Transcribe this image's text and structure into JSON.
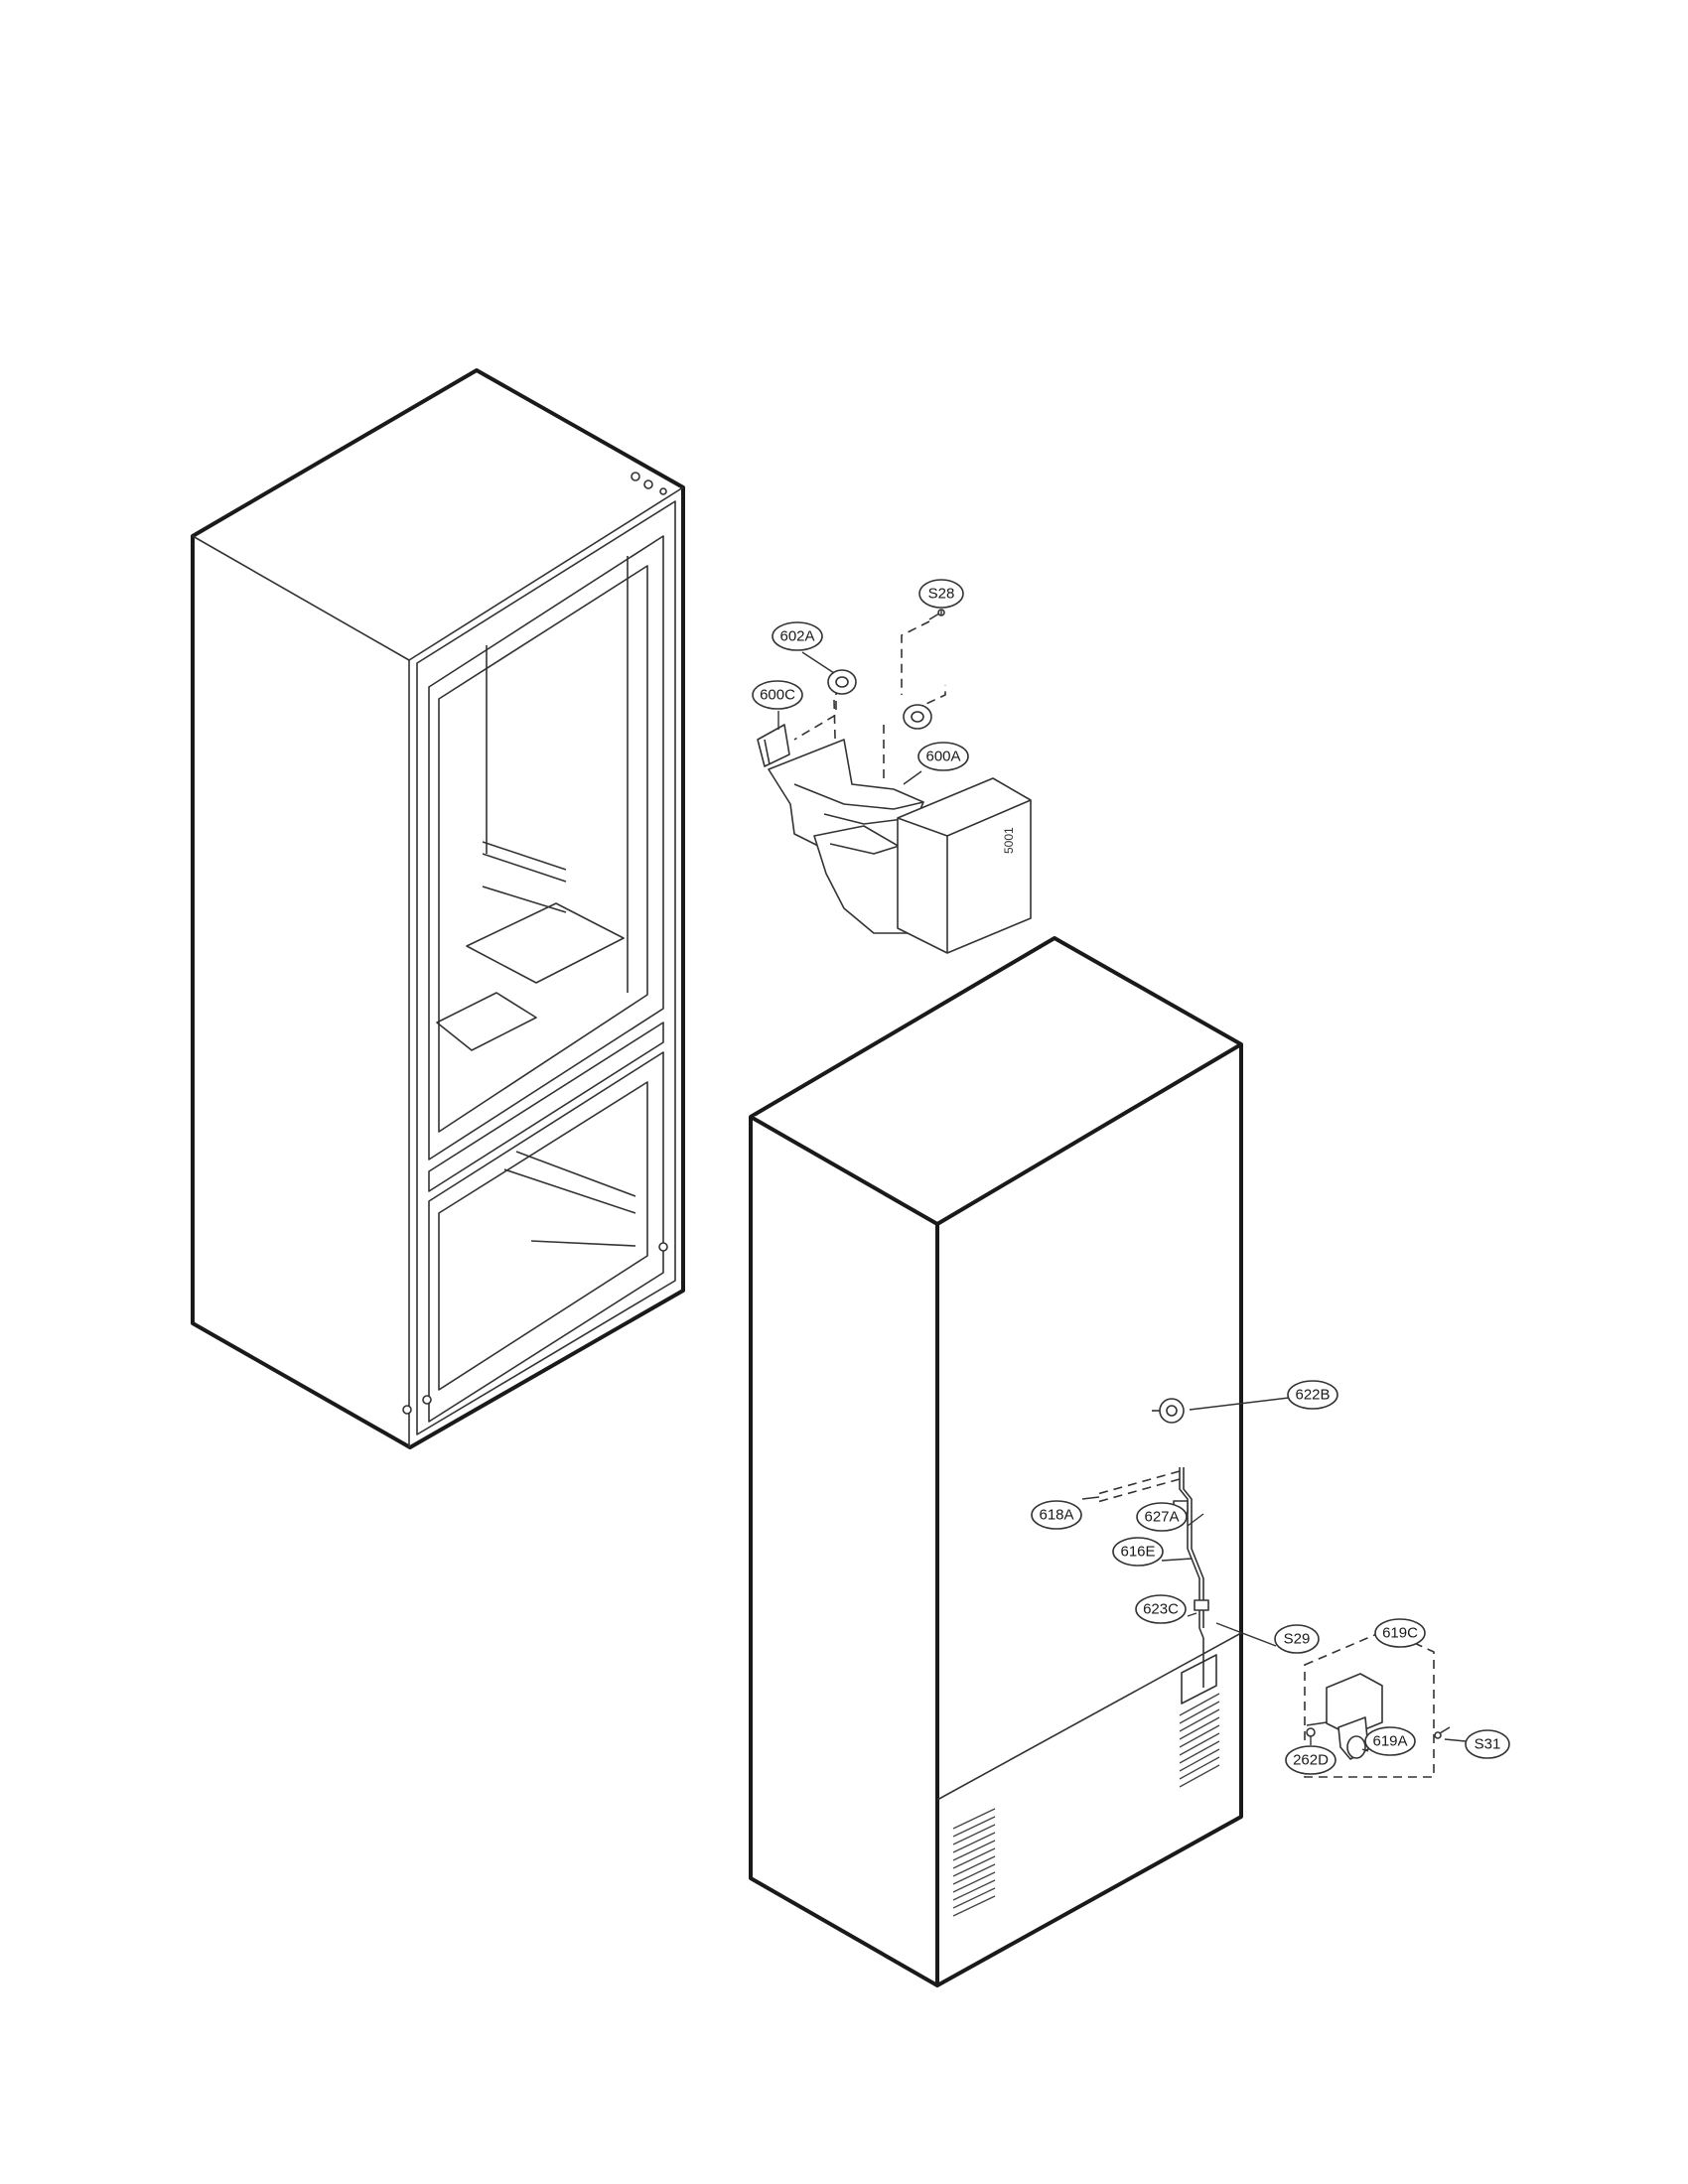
{
  "callouts": [
    {
      "id": "S28"
    },
    {
      "id": "602A"
    },
    {
      "id": "600C"
    },
    {
      "id": "600A"
    },
    {
      "id": "622B"
    },
    {
      "id": "618A"
    },
    {
      "id": "627A"
    },
    {
      "id": "616E"
    },
    {
      "id": "623C"
    },
    {
      "id": "S29"
    },
    {
      "id": "619C"
    },
    {
      "id": "262D"
    },
    {
      "id": "619A"
    },
    {
      "id": "S31"
    }
  ],
  "ice_maker_label": "5001"
}
